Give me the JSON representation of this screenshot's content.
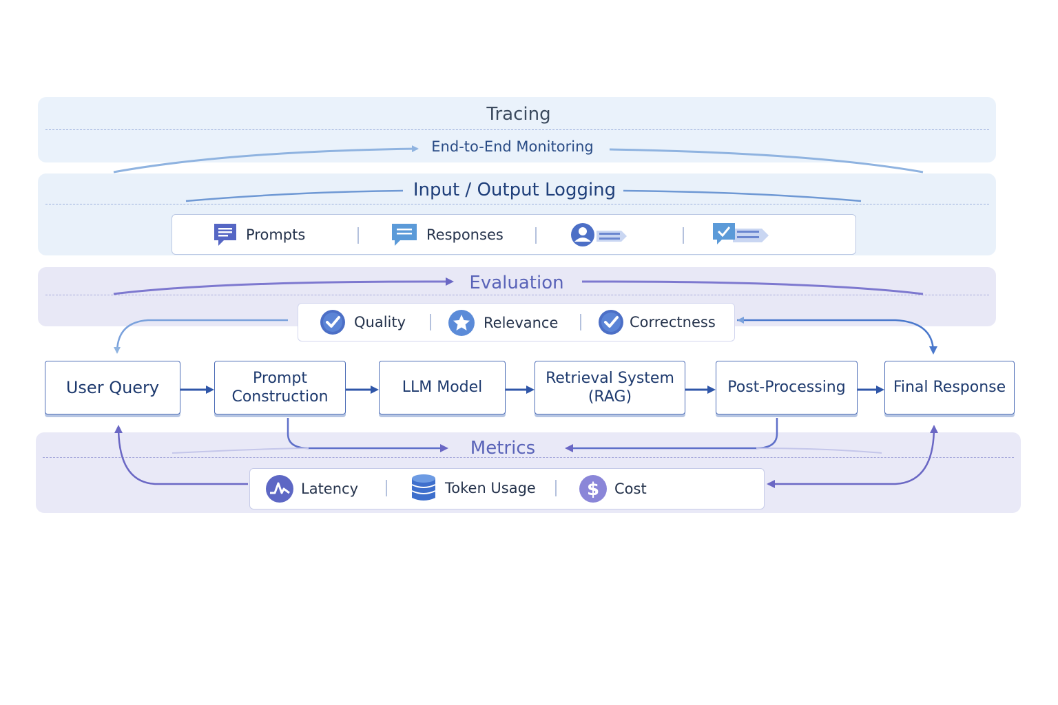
{
  "colors": {
    "tracing_band": "#eaf2fb",
    "evaluation_band": "#e8e8f6",
    "metrics_band": "#e9e9f7",
    "node_border": "#4a6bb5",
    "flow_arrow": "#2f56a8",
    "eval_arrow": "#6a67c4"
  },
  "tracing": {
    "title": "Tracing",
    "subtitle": "End-to-End Monitoring"
  },
  "logging": {
    "title": "Input / Output Logging",
    "items": [
      {
        "label": "Prompts",
        "icon": "chat-bubble-icon"
      },
      {
        "label": "Responses",
        "icon": "response-bubble-icon"
      },
      {
        "label": "",
        "icon": "user-list-icon"
      },
      {
        "label": "",
        "icon": "check-list-icon"
      }
    ]
  },
  "evaluation": {
    "title": "Evaluation",
    "items": [
      {
        "label": "Quality",
        "icon": "check-circle-icon"
      },
      {
        "label": "Relevance",
        "icon": "star-circle-icon"
      },
      {
        "label": "Correctness",
        "icon": "check-circle-icon"
      }
    ]
  },
  "pipeline": {
    "nodes": [
      {
        "line1": "User Query",
        "line2": ""
      },
      {
        "line1": "Prompt",
        "line2": "Construction"
      },
      {
        "line1": "LLM Model",
        "line2": ""
      },
      {
        "line1": "Retrieval System",
        "line2": "(RAG)"
      },
      {
        "line1": "Post-Processing",
        "line2": ""
      },
      {
        "line1": "Final Response",
        "line2": ""
      }
    ]
  },
  "metrics": {
    "title": "Metrics",
    "items": [
      {
        "label": "Latency",
        "icon": "latency-icon"
      },
      {
        "label": "Token Usage",
        "icon": "database-icon"
      },
      {
        "label": "Cost",
        "icon": "dollar-icon"
      }
    ]
  }
}
